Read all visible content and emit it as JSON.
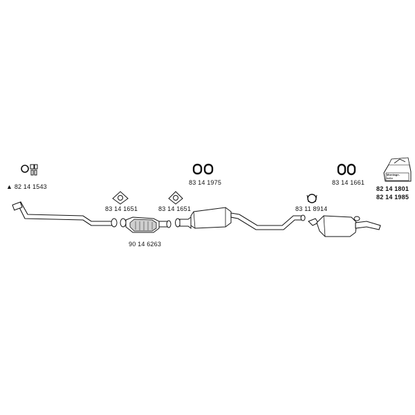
{
  "parts": {
    "front_pipe_mount": {
      "part_no": "82 14 1543",
      "marker": "▲"
    },
    "catalyst": {
      "part_no": "90 14 6263"
    },
    "flange_gasket_front": {
      "part_no": "83 14 1651"
    },
    "flange_gasket_rear": {
      "part_no": "83 14 1651"
    },
    "rubber_hanger_center": {
      "part_no": "83 14 1975"
    },
    "clamp_rear": {
      "part_no": "83 11 8914"
    },
    "rubber_hanger_rear": {
      "part_no": "83 14 1661"
    },
    "mounting_kit": {
      "part_no_1": "82 14 1801",
      "part_no_2": "82 14 1985",
      "box_text": "Montage-\nteile"
    }
  }
}
